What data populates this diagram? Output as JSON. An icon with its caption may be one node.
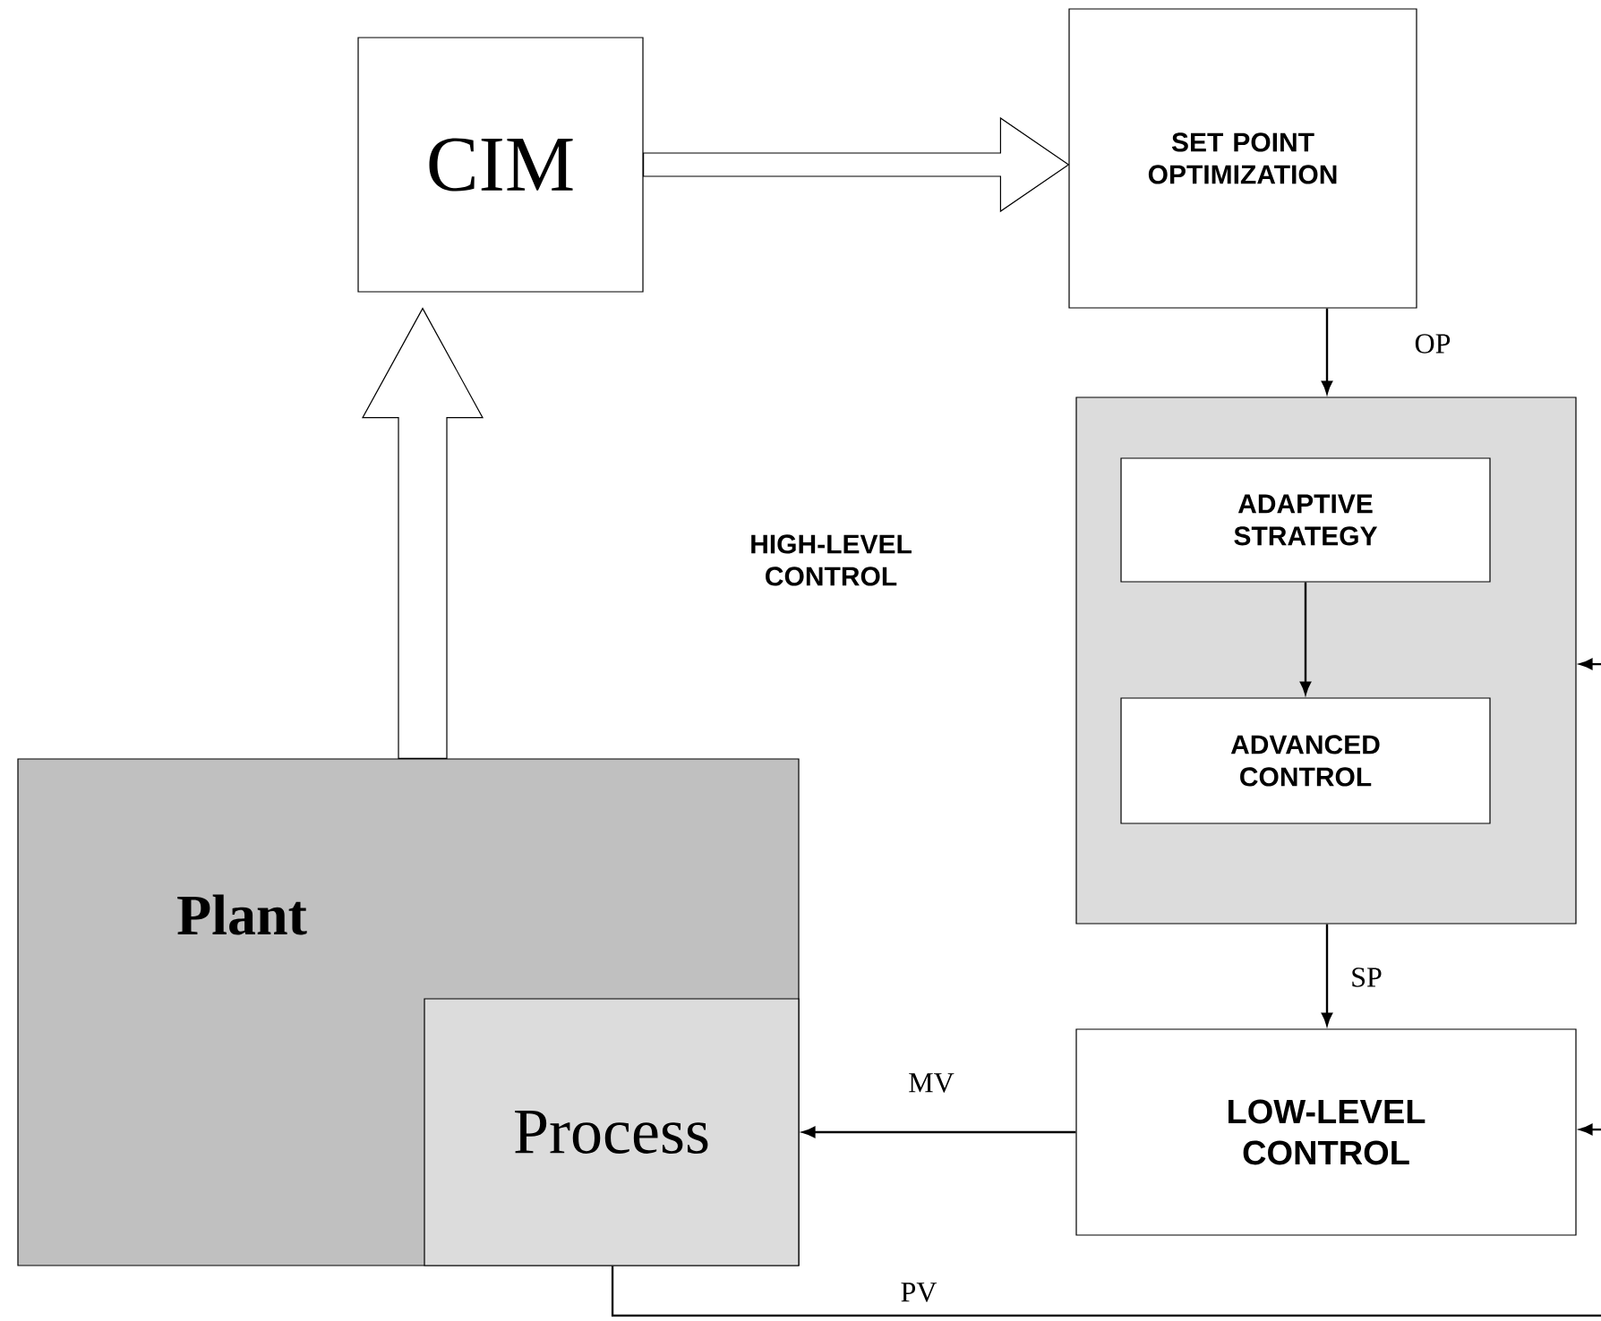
{
  "diagram": {
    "nodes": [
      {
        "text": [
          "CIM"
        ]
      },
      {
        "text": [
          "SET POINT OPTIMIZATION"
        ]
      },
      {
        "text": [],
        "shape": "box"
      },
      {
        "text": [
          "ADAPTIVE STRATEGY"
        ],
        "in": 2
      },
      {
        "text": [
          "ADVANCED CONTROL"
        ],
        "in": 2
      },
      {
        "text": [
          "LOW-LEVEL CONTROL"
        ]
      },
      {
        "text": [
          "Plant"
        ]
      },
      {
        "text": [
          "Process"
        ],
        "in": 6
      }
    ],
    "edges": [
      {
        "from": 0,
        "to": 1,
        "arrow": "to",
        "style": "thick"
      },
      {
        "from": 6,
        "to": 0,
        "arrow": "to",
        "style": "thick"
      },
      {
        "from": 1,
        "to": 2,
        "arrow": "to",
        "label": "OP"
      },
      {
        "from": 3,
        "to": 4,
        "arrow": "to"
      },
      {
        "from": 2,
        "to": 5,
        "arrow": "to",
        "label": "SP"
      },
      {
        "from": 5,
        "to": 7,
        "arrow": "to",
        "label": "MV"
      },
      {
        "from": 7,
        "to": null,
        "arrow": "none",
        "label": "PV"
      },
      {
        "from": null,
        "to": 2,
        "arrow": "to"
      },
      {
        "from": null,
        "to": 5,
        "arrow": "to"
      }
    ],
    "labels": [
      "HIGH-LEVEL CONTROL"
    ]
  }
}
